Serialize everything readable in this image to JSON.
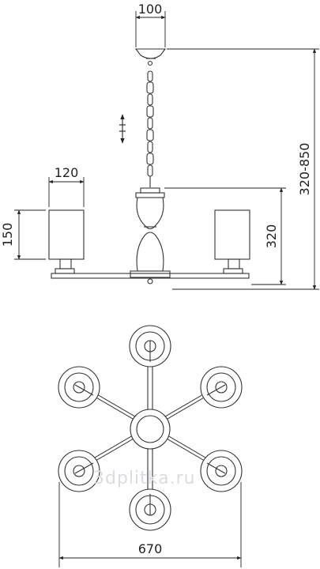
{
  "dimensions": {
    "canopy_width": "100",
    "drop_height": "320-850",
    "shade_width": "120",
    "shade_height": "150",
    "body_height": "320",
    "overall_diameter": "670"
  },
  "watermark": "3dplitka.ru",
  "colors": {
    "line": "#333333",
    "dim": "#222222",
    "watermark": "#d9dde3"
  }
}
